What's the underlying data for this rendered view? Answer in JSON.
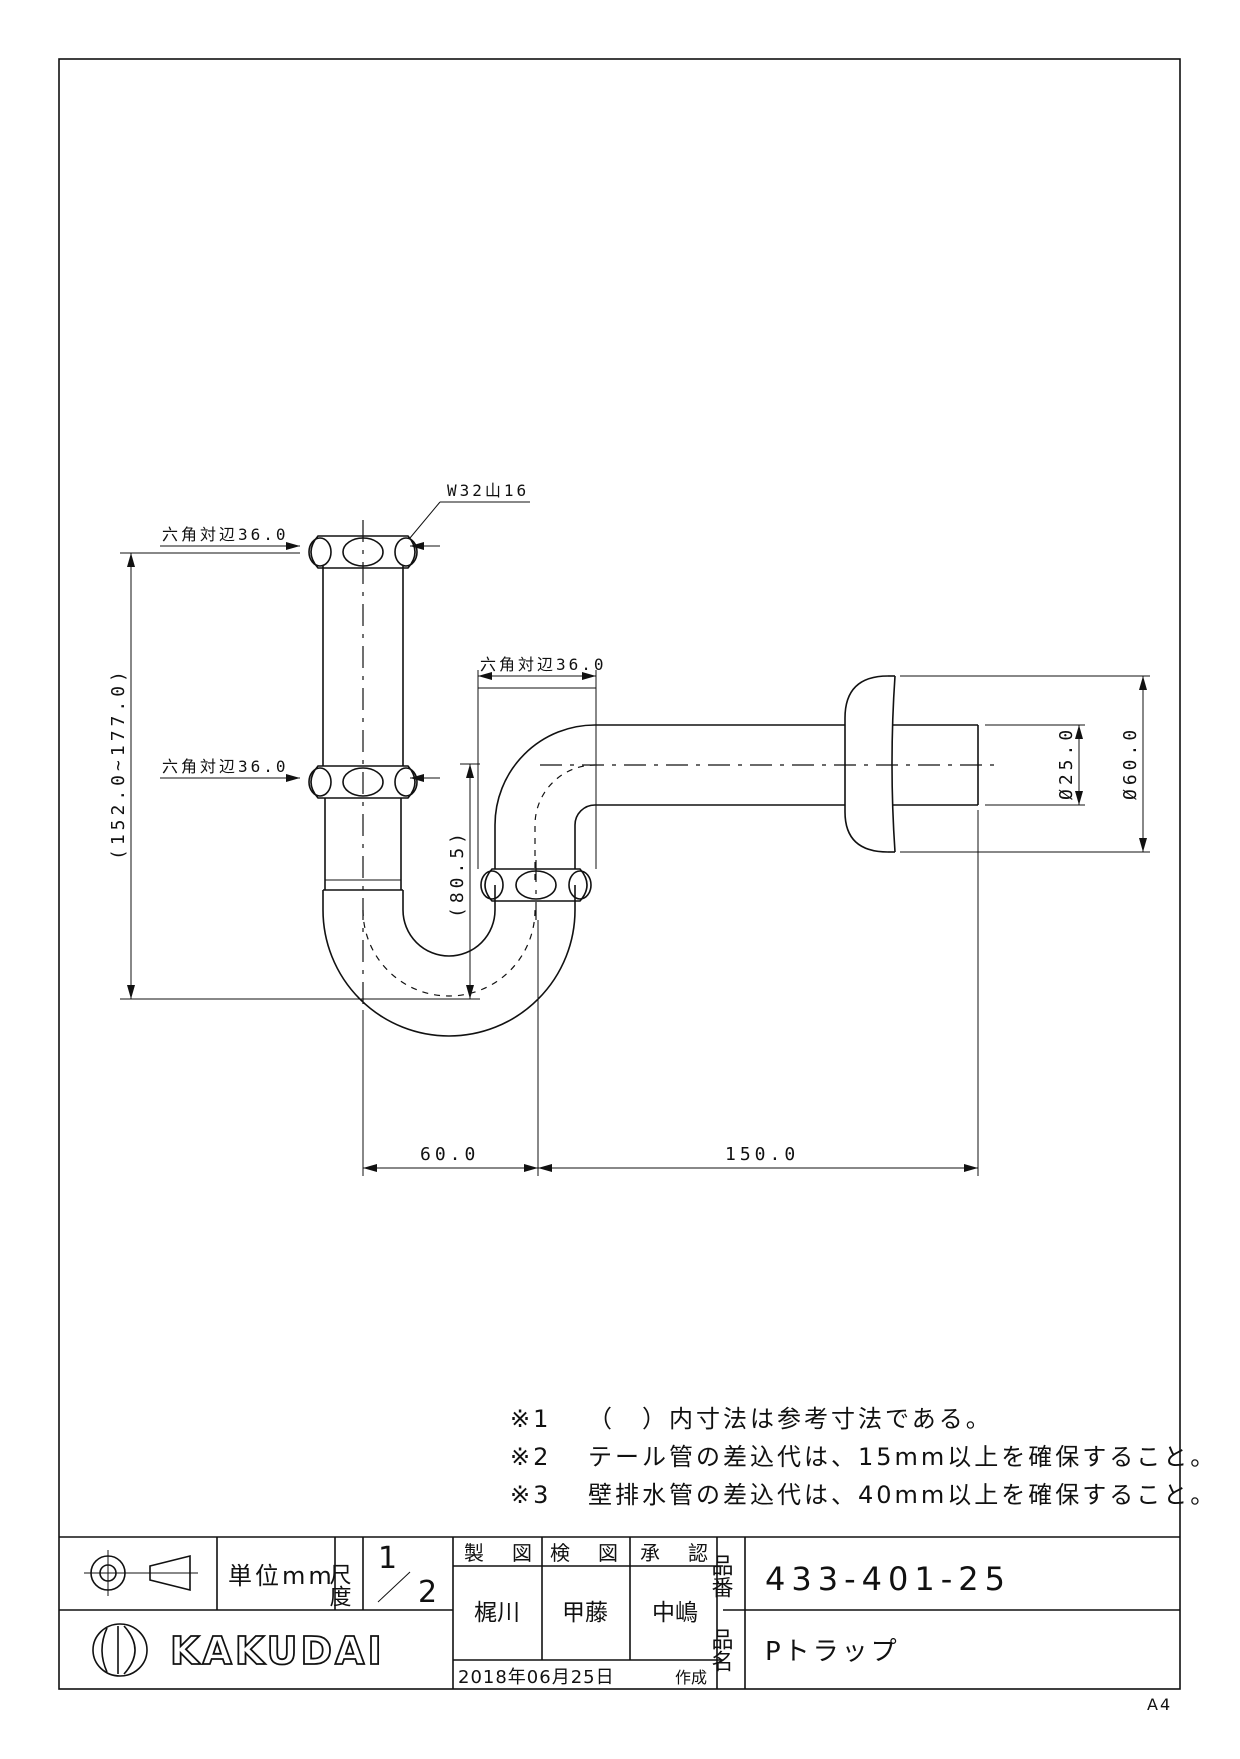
{
  "drawing": {
    "dimensions": {
      "hex_top": "六角対辺36.0",
      "thread": "W32山16",
      "hex_middle": "六角対辺36.0",
      "hex_right": "六角対辺36.0",
      "total_height": "(152.0~177.0)",
      "trap_depth": "(80.5)",
      "dia_pipe": "Ø25.0",
      "dia_flange": "Ø60.0",
      "horiz_60": "60.0",
      "horiz_150": "150.0"
    },
    "notes": [
      {
        "mark": "※1",
        "text": "（　）内寸法は参考寸法である。"
      },
      {
        "mark": "※2",
        "text": "テール管の差込代は、15mm以上を確保すること。"
      },
      {
        "mark": "※3",
        "text": "壁排水管の差込代は、40mm以上を確保すること。"
      }
    ]
  },
  "title_block": {
    "unit_label": "単位mm",
    "scale_label": "尺度",
    "scale_num": "1",
    "scale_den": "2",
    "drawn_label": "製　図",
    "checked_label": "検　図",
    "approved_label": "承　認",
    "drawn_by": "梶川",
    "checked_by": "甲藤",
    "approved_by": "中嶋",
    "part_no_label": "品番",
    "part_no": "433-401-25",
    "part_name_label": "品名",
    "part_name": "Pトラップ",
    "date": "2018年06月25日",
    "created_label": "作成",
    "company": "KAKUDAI",
    "paper_size": "A4"
  }
}
